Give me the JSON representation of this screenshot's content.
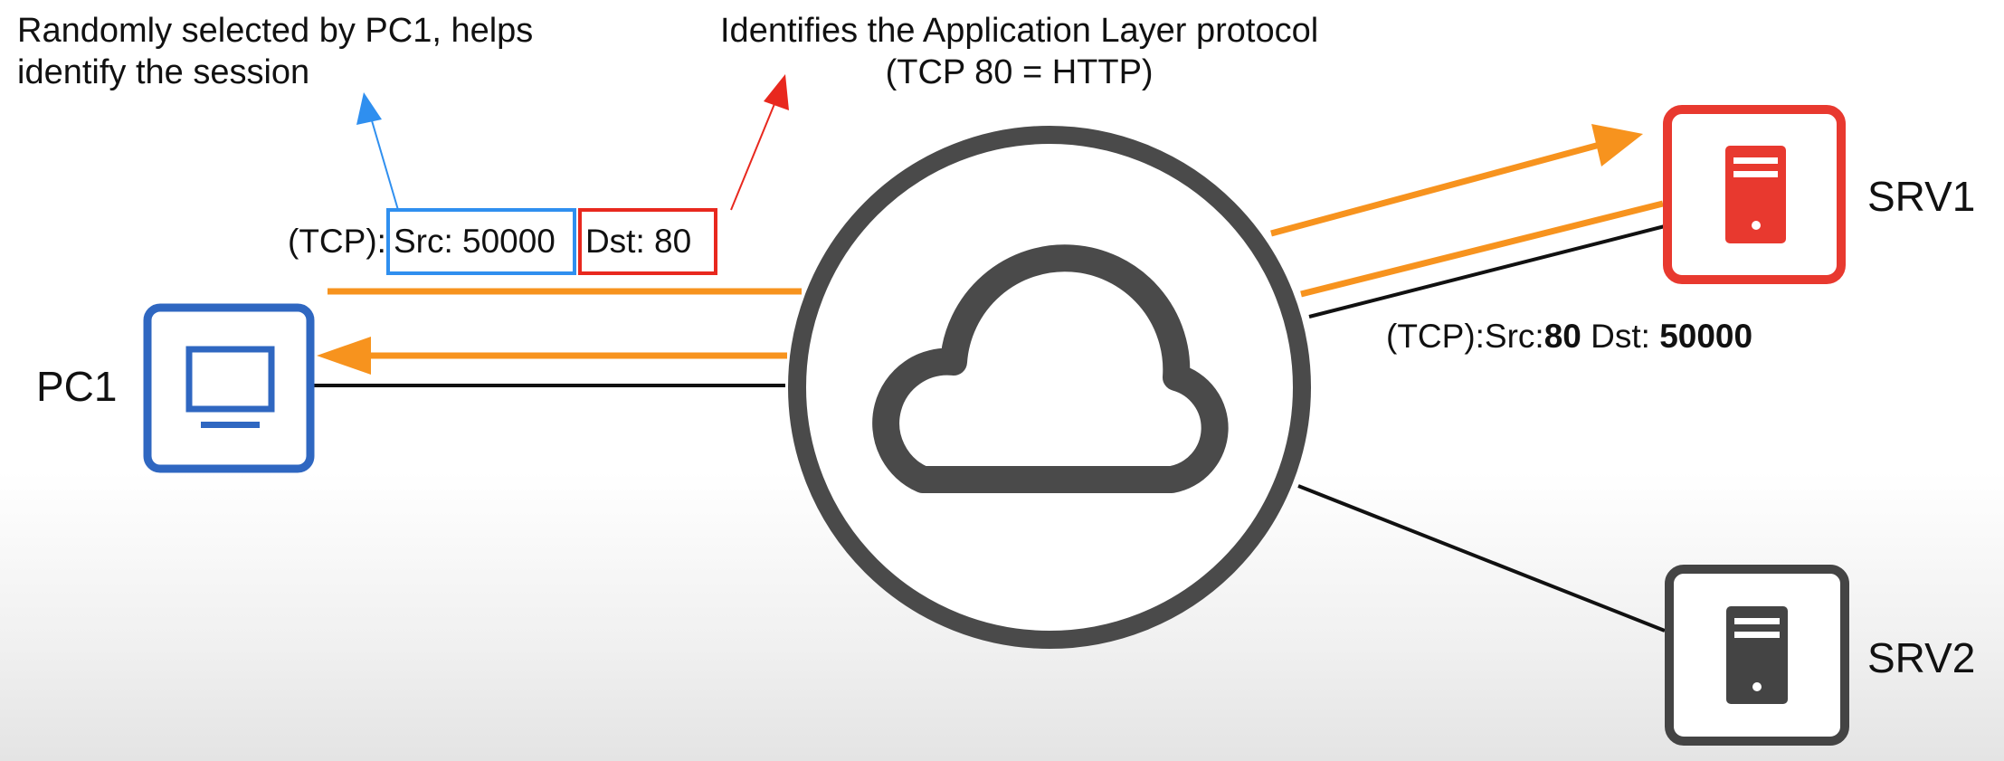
{
  "colors": {
    "pc": "#2f67c1",
    "srv1": "#e8392f",
    "srv2": "#444444",
    "cloud": "#4a4a4a",
    "flow": "#f7931e",
    "src_box": "#2f8fef",
    "dst_box": "#e8281e",
    "wire": "#111111"
  },
  "nodes": {
    "pc1": {
      "label": "PC1",
      "icon": "monitor-icon"
    },
    "srv1": {
      "label": "SRV1",
      "icon": "server-icon"
    },
    "srv2": {
      "label": "SRV2",
      "icon": "server-icon"
    },
    "network": {
      "icon": "cloud-icon"
    }
  },
  "annotations": {
    "src_note_line1": "Randomly selected by PC1, helps",
    "src_note_line2": "identify the session",
    "dst_note_line1": "Identifies the Application Layer protocol",
    "dst_note_line2": "(TCP 80 = HTTP)"
  },
  "outbound_header": {
    "prefix": "(TCP):",
    "src": "Src: 50000",
    "dst": "Dst: 80"
  },
  "return_header": {
    "prefix": "(TCP):Src:",
    "src_port": "80",
    "dst_label": " Dst: ",
    "dst_port": "50000"
  }
}
